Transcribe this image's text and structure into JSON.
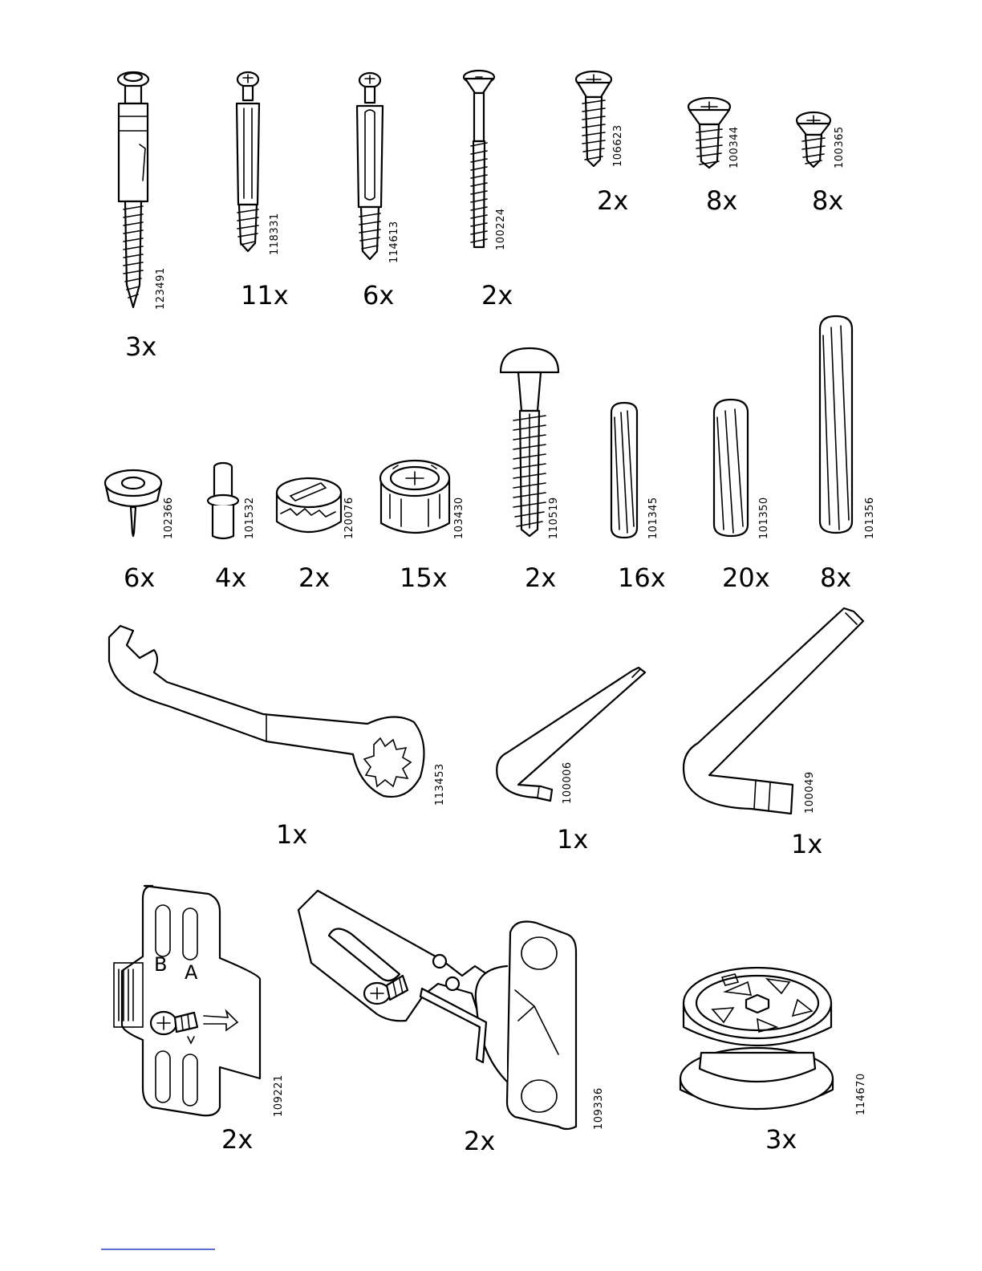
{
  "parts": [
    {
      "id": "p1",
      "code": "123491",
      "qty": "3x",
      "icon": "cam-lock-bolt-icon"
    },
    {
      "id": "p2",
      "code": "118331",
      "qty": "11x",
      "icon": "dowel-screw-icon"
    },
    {
      "id": "p3",
      "code": "114613",
      "qty": "6x",
      "icon": "dowel-screw-icon"
    },
    {
      "id": "p4",
      "code": "100224",
      "qty": "2x",
      "icon": "long-screw-icon"
    },
    {
      "id": "p5",
      "code": "106623",
      "qty": "2x",
      "icon": "screw-icon"
    },
    {
      "id": "p6",
      "code": "100344",
      "qty": "8x",
      "icon": "screw-icon"
    },
    {
      "id": "p7",
      "code": "100365",
      "qty": "8x",
      "icon": "screw-icon"
    },
    {
      "id": "p8",
      "code": "102366",
      "qty": "6x",
      "icon": "floor-glide-icon"
    },
    {
      "id": "p9",
      "code": "101532",
      "qty": "4x",
      "icon": "shelf-pin-icon"
    },
    {
      "id": "p10",
      "code": "120076",
      "qty": "2x",
      "icon": "cam-lock-icon"
    },
    {
      "id": "p11",
      "code": "103430",
      "qty": "15x",
      "icon": "cam-lock-nut-icon"
    },
    {
      "id": "p12",
      "code": "110519",
      "qty": "2x",
      "icon": "mushroom-dowel-icon"
    },
    {
      "id": "p13",
      "code": "101345",
      "qty": "16x",
      "icon": "wood-dowel-icon"
    },
    {
      "id": "p14",
      "code": "101350",
      "qty": "20x",
      "icon": "wood-dowel-icon"
    },
    {
      "id": "p15",
      "code": "101356",
      "qty": "8x",
      "icon": "wood-dowel-icon"
    },
    {
      "id": "p16",
      "code": "113453",
      "qty": "1x",
      "icon": "wrench-icon"
    },
    {
      "id": "p17",
      "code": "100006",
      "qty": "1x",
      "icon": "allen-key-icon"
    },
    {
      "id": "p18",
      "code": "100049",
      "qty": "1x",
      "icon": "allen-key-icon"
    },
    {
      "id": "p19",
      "code": "109221",
      "qty": "2x",
      "icon": "hinge-mounting-plate-icon"
    },
    {
      "id": "p20",
      "code": "109336",
      "qty": "2x",
      "icon": "cabinet-hinge-icon"
    },
    {
      "id": "p21",
      "code": "114670",
      "qty": "3x",
      "icon": "cam-connector-icon"
    }
  ],
  "plate_labels": {
    "b": "B",
    "a": "A"
  }
}
